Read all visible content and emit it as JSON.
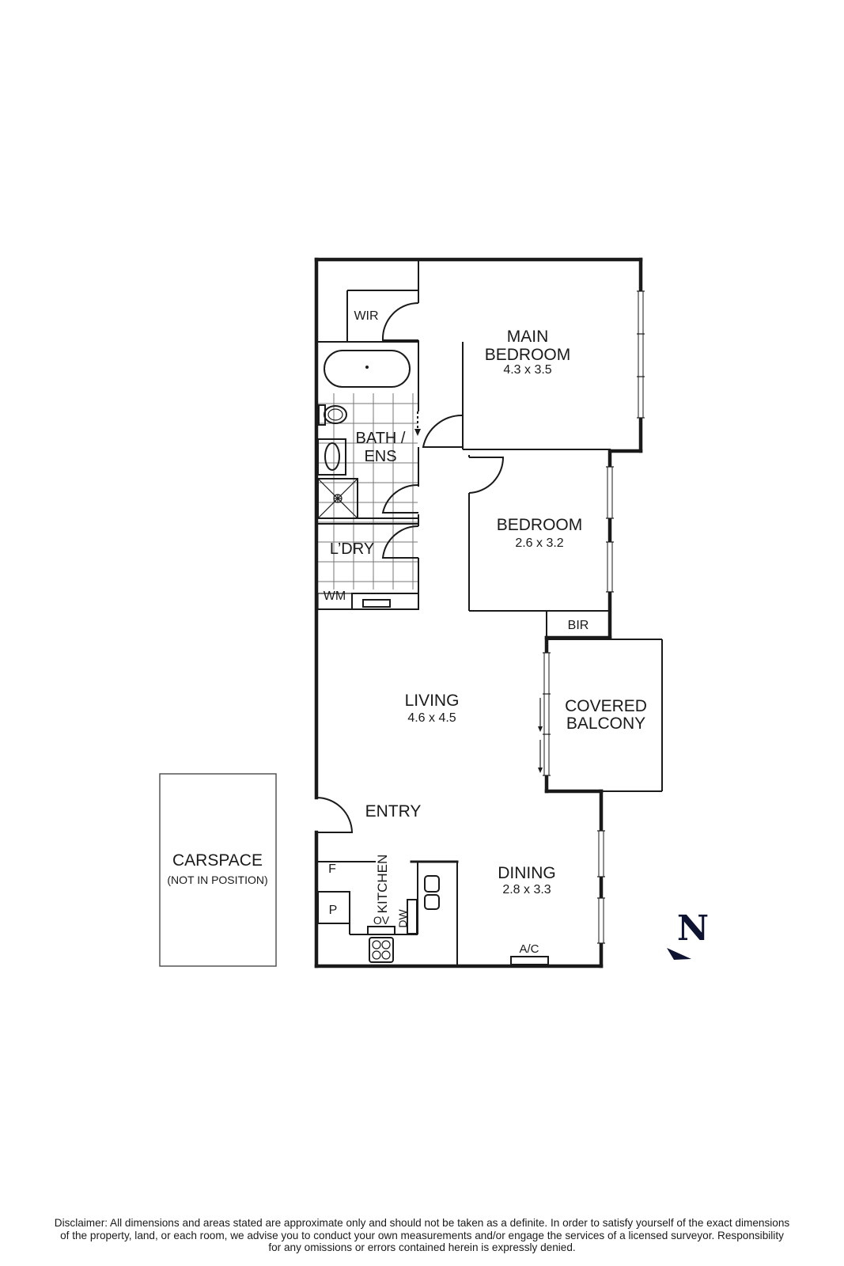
{
  "plan": {
    "rooms": {
      "wir": {
        "name": "WIR"
      },
      "main_bedroom": {
        "name_line1": "MAIN",
        "name_line2": "BEDROOM",
        "dims": "4.3 x 3.5"
      },
      "bath_ens": {
        "name_line1": "BATH /",
        "name_line2": "ENS"
      },
      "laundry": {
        "name": "L’DRY"
      },
      "wm": {
        "name": "WM"
      },
      "bedroom": {
        "name": "BEDROOM",
        "dims": "2.6 x 3.2"
      },
      "bir": {
        "name": "BIR"
      },
      "living": {
        "name": "LIVING",
        "dims": "4.6 x 4.5"
      },
      "covered_balcony": {
        "name_line1": "COVERED",
        "name_line2": "BALCONY"
      },
      "entry": {
        "name": "ENTRY"
      },
      "kitchen": {
        "name": "KITCHEN",
        "fridge": "F",
        "pantry": "P",
        "oven": "OV",
        "dishwasher": "DW"
      },
      "dining": {
        "name": "DINING",
        "dims": "2.8 x 3.3",
        "ac": "A/C"
      },
      "carspace": {
        "name": "CARSPACE",
        "note": "(NOT IN POSITION)"
      }
    },
    "compass": {
      "label": "N",
      "color": "#0d1330"
    },
    "wall_color": "#1a1a1a"
  },
  "disclaimer": {
    "line1": "Disclaimer: All dimensions and areas stated are approximate only and should not be taken as a definite. In order to satisfy yourself of the exact dimensions",
    "line2": "of the property, land, or each room, we advise you to conduct your own measurements and/or engage the services of a licensed surveyor. Responsibility",
    "line3": "for any omissions or errors contained herein is expressly denied."
  }
}
